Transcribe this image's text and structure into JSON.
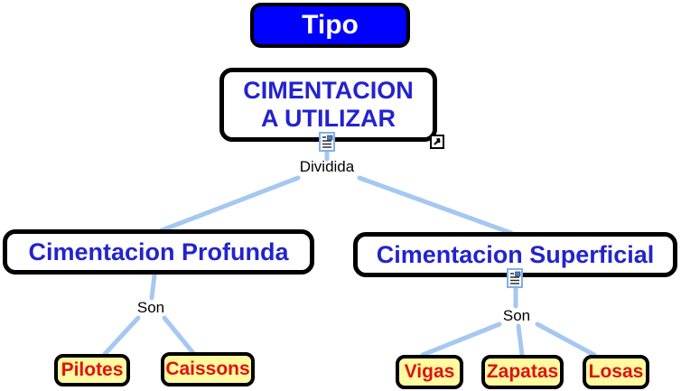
{
  "diagram": {
    "root": {
      "label": "Tipo"
    },
    "main_concept": {
      "line1": "CIMENTACION",
      "line2": "A UTILIZAR"
    },
    "linking_phrases": {
      "dividida": "Dividida",
      "son_left": "Son",
      "son_right": "Son"
    },
    "concepts": {
      "left": "Cimentacion Profunda",
      "right": "Cimentacion Superficial"
    },
    "leaves_left": [
      {
        "label": "Pilotes"
      },
      {
        "label": "Caissons"
      }
    ],
    "leaves_right": [
      {
        "label": "Vigas"
      },
      {
        "label": "Zapatas"
      },
      {
        "label": "Losas"
      }
    ],
    "icons": {
      "resource": "resource-note-icon",
      "expand": "expand-arrow-icon"
    },
    "colors": {
      "root_fill": "#0000FF",
      "root_text": "#FFFFFF",
      "concept_text": "#2323CD",
      "node_border": "#000000",
      "leaf_fill": "#FFF9A0",
      "leaf_text": "#E01111",
      "connector": "#A5C8F2",
      "linking_text": "#000000",
      "background": "#FFFFFF"
    }
  }
}
